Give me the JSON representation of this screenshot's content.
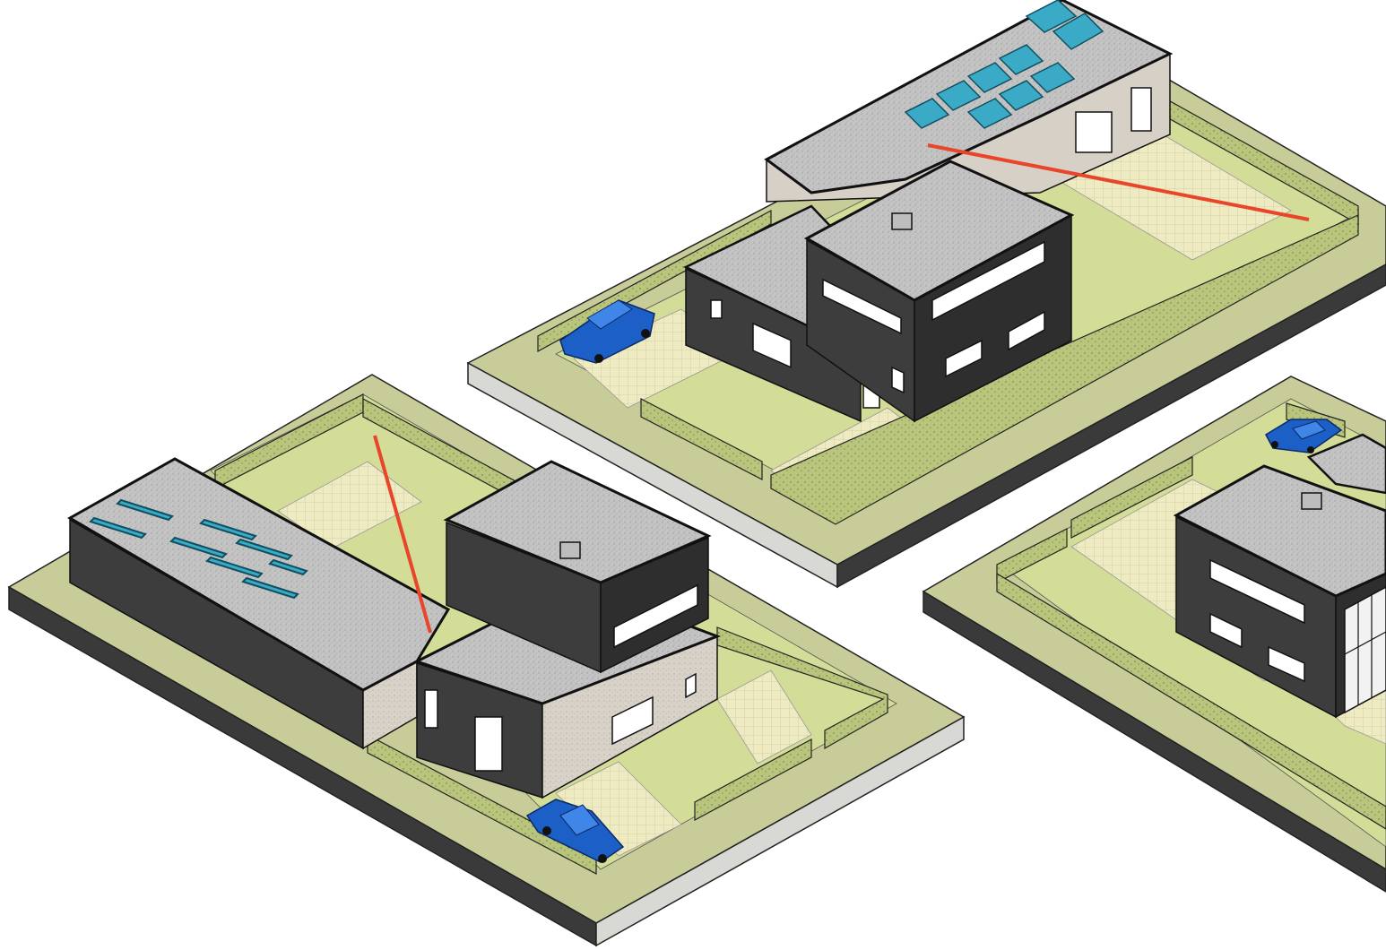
{
  "title": "",
  "colors": {
    "background": "#ffffff",
    "plot_top": "#c8cc98",
    "plot_side_light": "#d9d9d6",
    "plot_side_dark": "#3a3a3a",
    "lawn": "#d3dd98",
    "paving": "#ede9bf",
    "hedge_top": "#c6cf8e",
    "hedge_side": "#aab86e",
    "roof": "#bdbdbd",
    "wall_dark": "#3d3d3d",
    "wall_dark_side": "#2b2b2b",
    "wall_stone": "#d6d0c6",
    "window": "#1e1e1e",
    "solar_panel": "#3aaac7",
    "car": "#1c5fc6",
    "sightline": "#e8452a"
  },
  "models": [
    {
      "id": "house-a",
      "description_items": [
        "flat-roof",
        "two-storey-cube",
        "single-storey-wing",
        "solar-panels",
        "garden",
        "hedges",
        "driveway",
        "car",
        "sightline"
      ]
    },
    {
      "id": "house-b",
      "description_items": [
        "flat-roof",
        "two-storey-cube",
        "long-single-storey-wing",
        "skylights",
        "garden",
        "hedges",
        "driveway",
        "car",
        "sightline"
      ]
    },
    {
      "id": "house-c",
      "description_items": [
        "flat-roof",
        "two-storey-cube",
        "glass-facade",
        "garden",
        "hedges",
        "driveway",
        "car"
      ]
    }
  ]
}
